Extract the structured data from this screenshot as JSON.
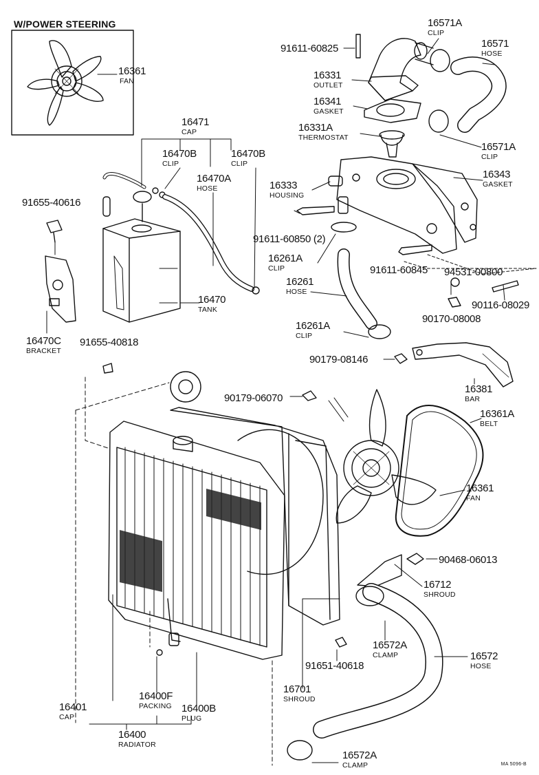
{
  "inset_title": "W/POWER STEERING",
  "callouts": [
    {
      "id": "inset-fan",
      "number": "16361",
      "name": "FAN"
    },
    {
      "id": "tank-cap",
      "number": "16471",
      "name": "CAP"
    },
    {
      "id": "clip-16470b-left",
      "number": "16470B",
      "name": "CLIP"
    },
    {
      "id": "hose-16470a",
      "number": "16470A",
      "name": "HOSE"
    },
    {
      "id": "clip-16470b-right",
      "number": "16470B",
      "name": "CLIP"
    },
    {
      "id": "tank",
      "number": "16470",
      "name": "TANK"
    },
    {
      "id": "bolt-91655-40616",
      "number": "91655-40616",
      "name": ""
    },
    {
      "id": "bracket",
      "number": "16470C",
      "name": "BRACKET"
    },
    {
      "id": "bolt-91655-40818",
      "number": "91655-40818",
      "name": ""
    },
    {
      "id": "bolt-91611-60825",
      "number": "91611-60825",
      "name": ""
    },
    {
      "id": "clip-16571a-top",
      "number": "16571A",
      "name": "CLIP"
    },
    {
      "id": "hose-16571",
      "number": "16571",
      "name": "HOSE"
    },
    {
      "id": "outlet",
      "number": "16331",
      "name": "OUTLET"
    },
    {
      "id": "gasket-16341",
      "number": "16341",
      "name": "GASKET"
    },
    {
      "id": "thermostat",
      "number": "16331A",
      "name": "THERMOSTAT"
    },
    {
      "id": "clip-16571a-bottom",
      "number": "16571A",
      "name": "CLIP"
    },
    {
      "id": "housing",
      "number": "16333",
      "name": "HOUSING"
    },
    {
      "id": "gasket-16343",
      "number": "16343",
      "name": "GASKET"
    },
    {
      "id": "bolt-91611-60850",
      "number": "91611-60850 (2)",
      "name": ""
    },
    {
      "id": "clip-16261a-top",
      "number": "16261A",
      "name": "CLIP"
    },
    {
      "id": "bolt-91611-60845",
      "number": "91611-60845",
      "name": ""
    },
    {
      "id": "stud-94531-00800",
      "number": "94531-00800",
      "name": ""
    },
    {
      "id": "hose-16261",
      "number": "16261",
      "name": "HOSE"
    },
    {
      "id": "stud-90116-08029",
      "number": "90116-08029",
      "name": ""
    },
    {
      "id": "nut-90170-08008",
      "number": "90170-08008",
      "name": ""
    },
    {
      "id": "clip-16261a-bottom",
      "number": "16261A",
      "name": "CLIP"
    },
    {
      "id": "nut-90179-08146",
      "number": "90179-08146",
      "name": ""
    },
    {
      "id": "bar",
      "number": "16381",
      "name": "BAR"
    },
    {
      "id": "nut-90179-06070",
      "number": "90179-06070",
      "name": ""
    },
    {
      "id": "belt",
      "number": "16361A",
      "name": "BELT"
    },
    {
      "id": "fan",
      "number": "16361",
      "name": "FAN"
    },
    {
      "id": "clip-90468-06013",
      "number": "90468-06013",
      "name": ""
    },
    {
      "id": "shroud-16712",
      "number": "16712",
      "name": "SHROUD"
    },
    {
      "id": "clamp-16572a-mid",
      "number": "16572A",
      "name": "CLAMP"
    },
    {
      "id": "hose-16572",
      "number": "16572",
      "name": "HOSE"
    },
    {
      "id": "bolt-91651-40618",
      "number": "91651-40618",
      "name": ""
    },
    {
      "id": "shroud-16701",
      "number": "16701",
      "name": "SHROUD"
    },
    {
      "id": "radiator-cap",
      "number": "16401",
      "name": "CAP"
    },
    {
      "id": "packing",
      "number": "16400F",
      "name": "PACKING"
    },
    {
      "id": "plug",
      "number": "16400B",
      "name": "PLUG"
    },
    {
      "id": "radiator",
      "number": "16400",
      "name": "RADIATOR"
    },
    {
      "id": "clamp-16572a-bottom",
      "number": "16572A",
      "name": "CLAMP"
    }
  ],
  "drawing_code": "MA 5096-B"
}
